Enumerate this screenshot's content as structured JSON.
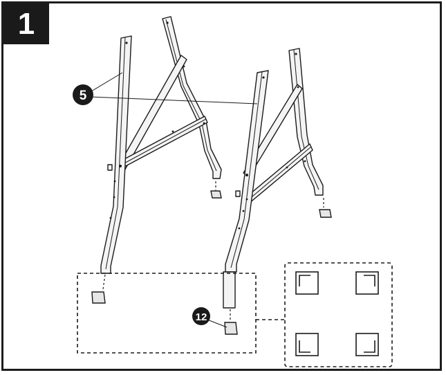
{
  "step": {
    "number": "1"
  },
  "callouts": [
    {
      "label": "5",
      "part": "leg-frame"
    },
    {
      "label": "12",
      "part": "foot-cap"
    }
  ],
  "colors": {
    "ink": "#1a1a1a",
    "leg_fill": "#f4f4f4",
    "paper": "#ffffff"
  }
}
